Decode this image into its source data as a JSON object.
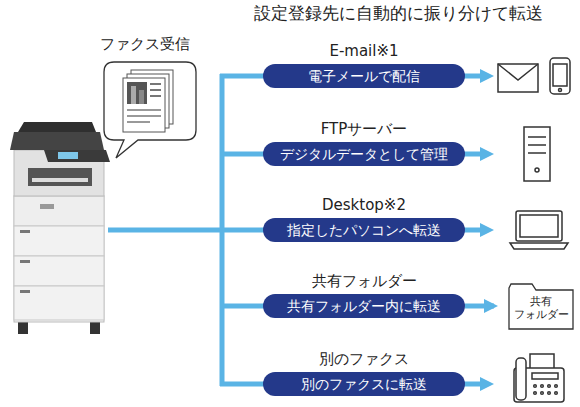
{
  "diagram": {
    "title": "設定登録先に自動的に振り分けて転送",
    "nodes": [
      {
        "text": [
          "ファクス受信"
        ]
      },
      {
        "text": [
          "E-mail※1",
          "電子メールで配信"
        ]
      },
      {
        "text": [
          "FTPサーバー",
          "デジタルデータとして管理"
        ]
      },
      {
        "text": [
          "Desktop※2",
          "指定したパソコンへ転送"
        ]
      },
      {
        "text": [
          "共有フォルダー",
          "共有フォルダー内に転送"
        ]
      },
      {
        "text": [
          "共有 フォルダー"
        ]
      },
      {
        "text": [
          "別のファクス",
          "別のファクスに転送"
        ]
      }
    ],
    "edges": [
      {
        "from": 4,
        "to": 5,
        "arrow": "to"
      }
    ]
  }
}
